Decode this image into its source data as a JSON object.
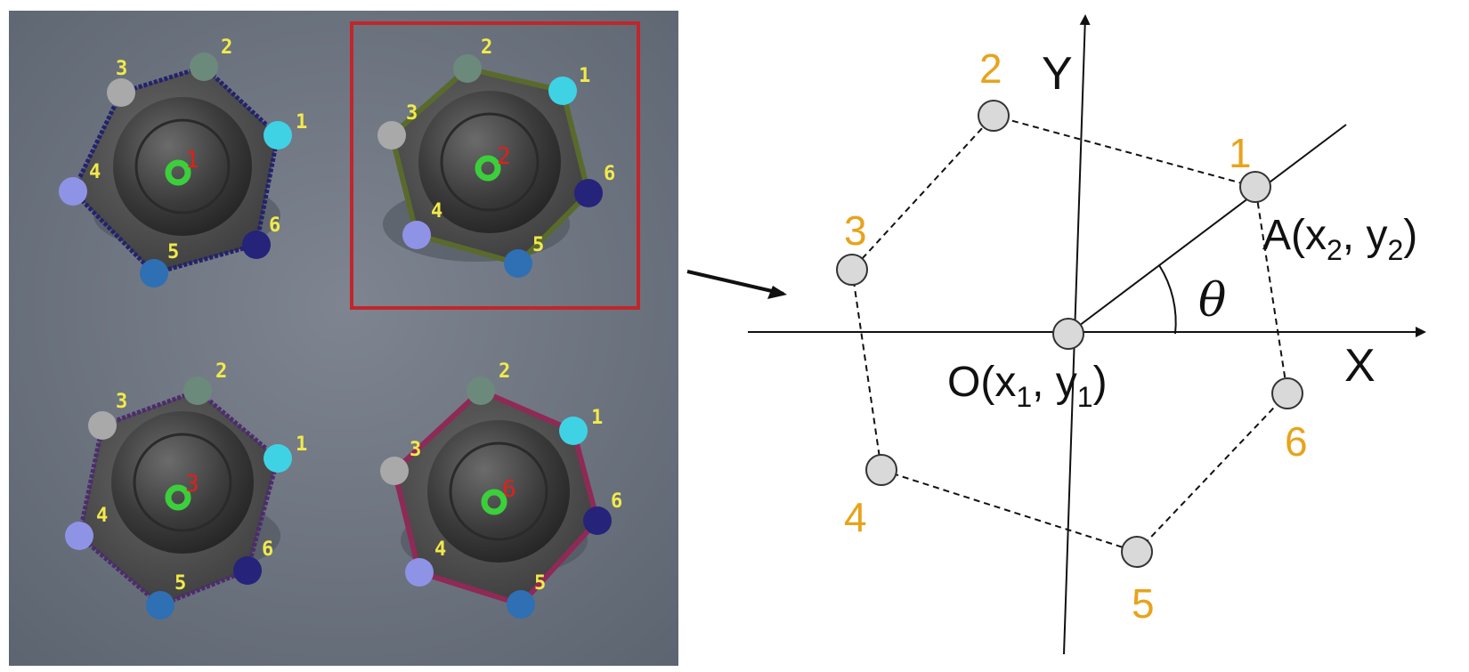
{
  "photo": {
    "bolts": [
      {
        "id": "bolt-1",
        "number": "1",
        "selected": false,
        "outline_color": "#23226e",
        "points": [
          {
            "label": "1",
            "color": "#3fd2e4"
          },
          {
            "label": "2",
            "color": "#6c8a7c"
          },
          {
            "label": "3",
            "color": "#a9a9a9"
          },
          {
            "label": "4",
            "color": "#8f93e6"
          },
          {
            "label": "5",
            "color": "#2f6fb3"
          },
          {
            "label": "6",
            "color": "#25237a"
          }
        ]
      },
      {
        "id": "bolt-2",
        "number": "2",
        "selected": true,
        "outline_color": "#5a6a2c",
        "points": [
          {
            "label": "1",
            "color": "#3fd2e4"
          },
          {
            "label": "2",
            "color": "#6c8a7c"
          },
          {
            "label": "3",
            "color": "#a9a9a9"
          },
          {
            "label": "4",
            "color": "#8f93e6"
          },
          {
            "label": "5",
            "color": "#2f6fb3"
          },
          {
            "label": "6",
            "color": "#25237a"
          }
        ]
      },
      {
        "id": "bolt-3",
        "number": "3",
        "selected": false,
        "outline_color": "#4d2b6e",
        "points": [
          {
            "label": "1",
            "color": "#3fd2e4"
          },
          {
            "label": "2",
            "color": "#6c8a7c"
          },
          {
            "label": "3",
            "color": "#a9a9a9"
          },
          {
            "label": "4",
            "color": "#8f93e6"
          },
          {
            "label": "5",
            "color": "#2f6fb3"
          },
          {
            "label": "6",
            "color": "#25237a"
          }
        ]
      },
      {
        "id": "bolt-4",
        "number": "6",
        "selected": false,
        "outline_color": "#8e2a55",
        "points": [
          {
            "label": "1",
            "color": "#3fd2e4"
          },
          {
            "label": "2",
            "color": "#6c8a7c"
          },
          {
            "label": "3",
            "color": "#a9a9a9"
          },
          {
            "label": "4",
            "color": "#8f93e6"
          },
          {
            "label": "5",
            "color": "#2f6fb3"
          },
          {
            "label": "6",
            "color": "#25237a"
          }
        ]
      }
    ],
    "selection_color": "#c0262b",
    "center_marker_color": "#3ccf3c"
  },
  "diagram": {
    "axis_x_label": "X",
    "axis_y_label": "Y",
    "theta_label": "θ",
    "origin": {
      "label": "O(x",
      "sub1": "1",
      "mid": ", y",
      "sub2": "1",
      "end": ")"
    },
    "point_a": {
      "label": "A(x",
      "sub1": "2",
      "mid": ", y",
      "sub2": "2",
      "end": ")"
    },
    "vertex_labels": [
      "1",
      "2",
      "3",
      "4",
      "5",
      "6"
    ],
    "vertex_label_color": "#e8a31c",
    "vertex_fill": "#d9d9d9"
  }
}
